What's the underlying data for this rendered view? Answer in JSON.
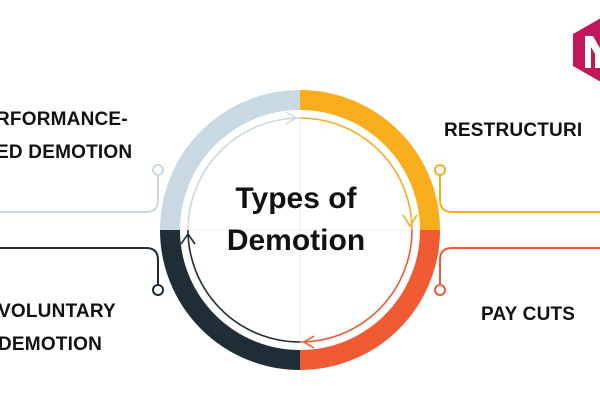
{
  "diagram": {
    "center_lines": [
      "Types of",
      "Demotion"
    ],
    "items": [
      {
        "lines": [
          "RFORMANCE-",
          "ED DEMOTION"
        ],
        "color": "#c9d9e3"
      },
      {
        "lines": [
          "RESTRUCTURI"
        ],
        "color": "#f7ad1c"
      },
      {
        "lines": [
          "PAY CUTS"
        ],
        "color": "#f05a33"
      },
      {
        "lines": [
          "VOLUNTARY",
          "DEMOTION"
        ],
        "color": "#1f2d37"
      }
    ],
    "arrow_color": "#ffffff",
    "connector_arrow_colors": [
      "#c9d9e3",
      "#f7ad1c",
      "#f05a33",
      "#1f2d37"
    ]
  },
  "logo": {
    "color": "#c2185b",
    "accent": "#8e1247",
    "icon": "brand-logo-icon"
  }
}
